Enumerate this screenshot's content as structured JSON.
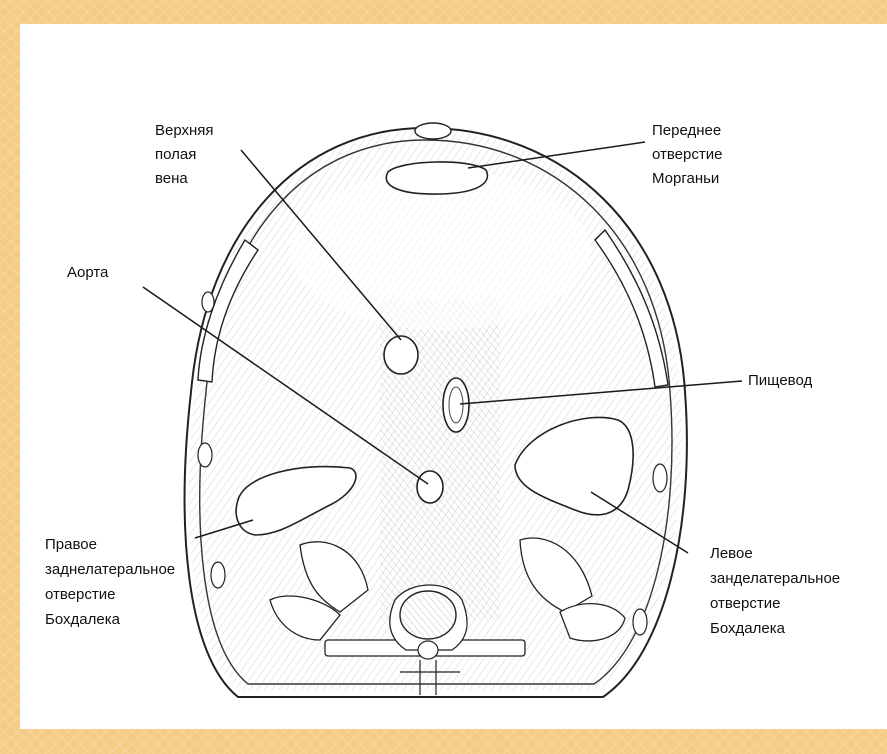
{
  "labels": {
    "svc": [
      "Верхняя",
      "полая",
      "вена"
    ],
    "morgagni": [
      "Переднее",
      "отверстие",
      "Морганьи"
    ],
    "aorta": [
      "Аорта"
    ],
    "esophagus": [
      "Пищевод"
    ],
    "right_bochdalek": [
      "Правое",
      "заднелатеральное",
      "отверстие",
      "Бохдалека"
    ],
    "left_bochdalek": [
      "Левое",
      "занделатеральное",
      "отверстие",
      "Бохдалека"
    ]
  },
  "colors": {
    "slide_background": "#f4cc86",
    "picture_background": "#ffffff",
    "ink": "#111111"
  }
}
